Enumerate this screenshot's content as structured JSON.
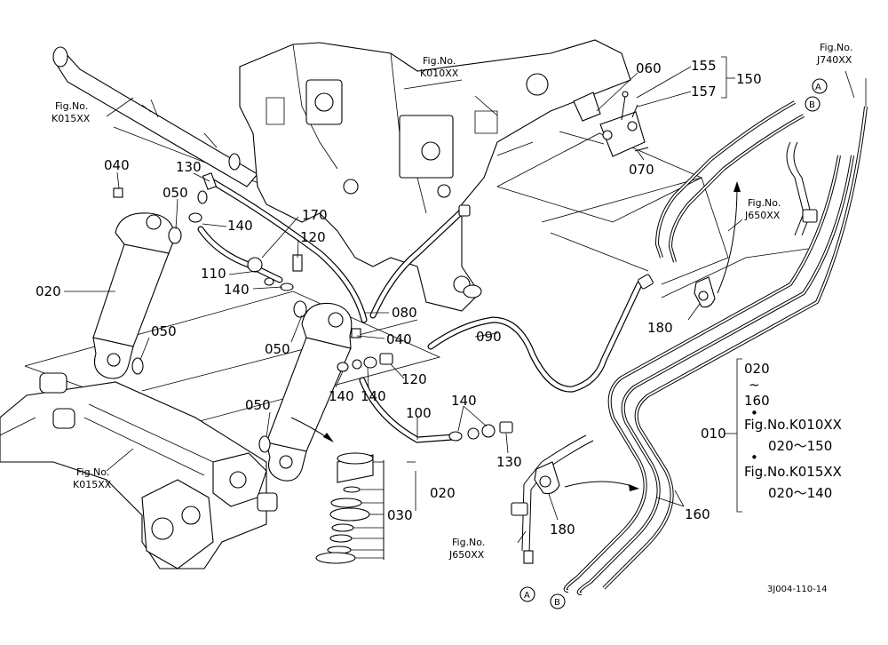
{
  "diagram": {
    "fig_refs": {
      "k015_top": [
        "Fig.No.",
        "K015XX"
      ],
      "k010": [
        "Fig.No.",
        "K010XX"
      ],
      "j740": [
        "Fig.No.",
        "J740XX"
      ],
      "j650_right": [
        "Fig.No.",
        "J650XX"
      ],
      "k015_bottom": [
        "Fig.No.",
        "K015XX"
      ],
      "j650_bottom": [
        "Fig.No.",
        "J650XX"
      ]
    },
    "part_labels": {
      "p040a": "040",
      "p130a": "130",
      "p050a": "050",
      "p140a": "140",
      "p170": "170",
      "p120a": "120",
      "p110": "110",
      "p140b": "140",
      "p020a": "020",
      "p050b": "050",
      "p080": "080",
      "p050c": "050",
      "p040b": "040",
      "p090": "090",
      "p140c": "140",
      "p140d": "140",
      "p120b": "120",
      "p050d": "050",
      "p100": "100",
      "p140e": "140",
      "p130b": "130",
      "p020b": "020",
      "p030": "030",
      "p060": "060",
      "p155": "155",
      "p157": "157",
      "p150": "150",
      "p070": "070",
      "p180a": "180",
      "p180b": "180",
      "p160": "160"
    },
    "connectors": {
      "top_a": "A",
      "top_b": "B",
      "bottom_a": "A",
      "bottom_b": "B"
    },
    "legend": {
      "range_start": "020",
      "tilde": "~",
      "range_end": "160",
      "assembly": "010",
      "dot1": "•",
      "ref1": "Fig.No.K010XX",
      "ref1_range": "020～150",
      "dot2": "•",
      "ref2": "Fig.No.K015XX",
      "ref2_range": "020～140"
    },
    "drawing_number": "3J004-110-14"
  }
}
